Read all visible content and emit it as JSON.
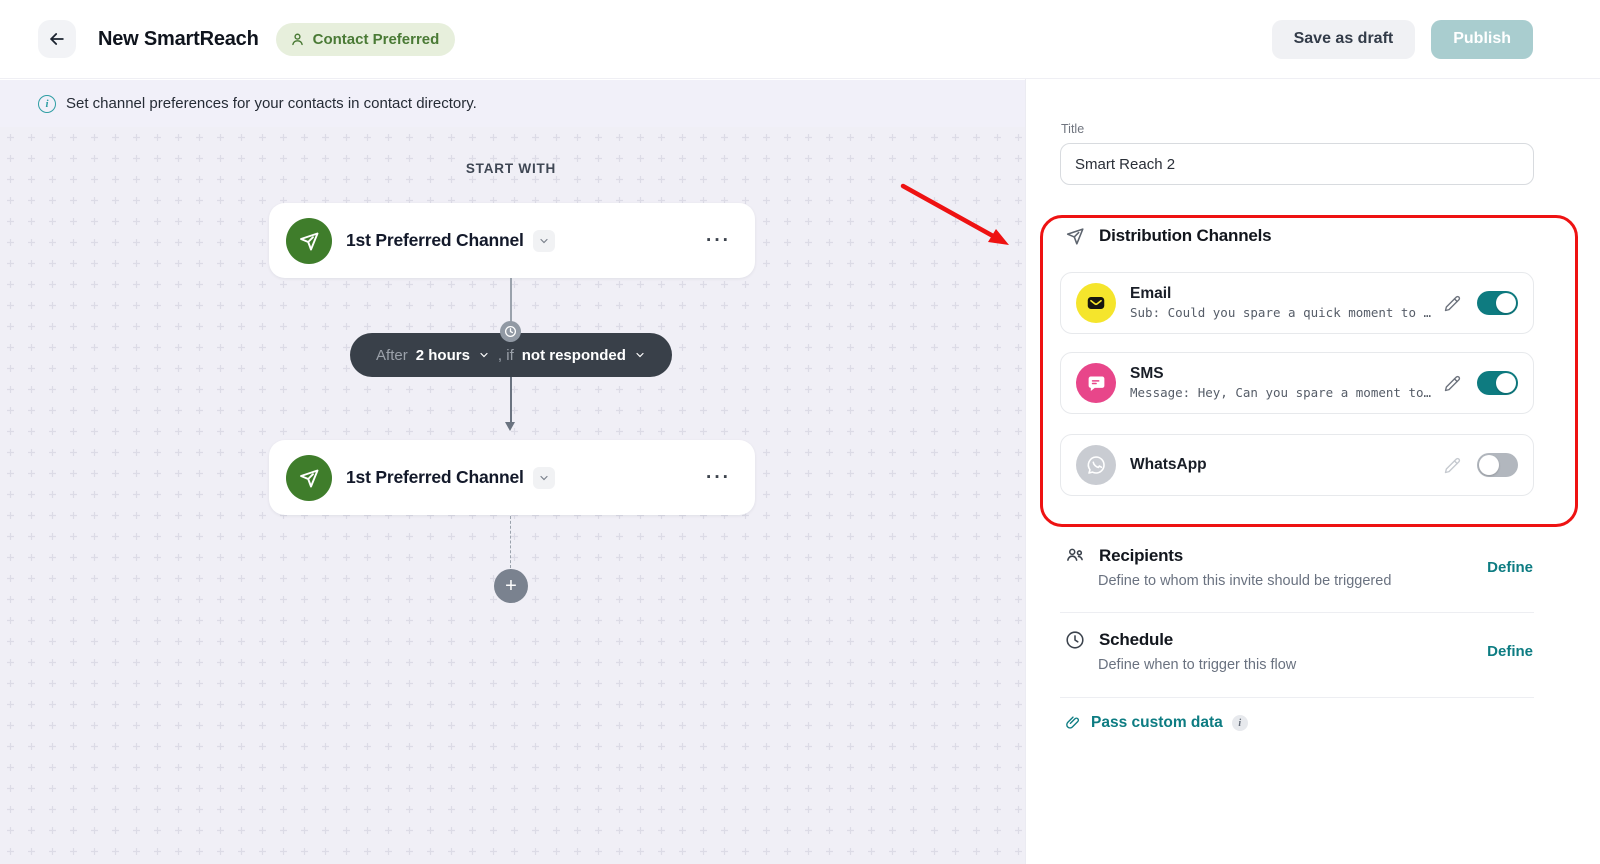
{
  "header": {
    "title": "New SmartReach",
    "badge_label": "Contact Preferred",
    "save_draft_label": "Save as draft",
    "publish_label": "Publish"
  },
  "banner": {
    "text": "Set channel preferences for your contacts in contact directory."
  },
  "canvas": {
    "start_label": "START WITH",
    "nodes": [
      {
        "label": "1st Preferred Channel"
      },
      {
        "label": "1st Preferred Channel"
      }
    ],
    "delay": {
      "prefix": "After",
      "duration": "2 hours",
      "connector": ", if",
      "condition": "not responded"
    }
  },
  "panel": {
    "title_label": "Title",
    "title_value": "Smart Reach 2",
    "distribution": {
      "heading": "Distribution Channels",
      "channels": [
        {
          "name": "Email",
          "subtitle": "Sub: Could you spare a quick moment to …",
          "enabled": true
        },
        {
          "name": "SMS",
          "subtitle": "Message: Hey, Can you spare a moment to…",
          "enabled": true
        },
        {
          "name": "WhatsApp",
          "subtitle": "",
          "enabled": false
        }
      ]
    },
    "sections": [
      {
        "title": "Recipients",
        "subtitle": "Define to whom this invite should be triggered",
        "action": "Define"
      },
      {
        "title": "Schedule",
        "subtitle": "Define when to trigger this flow",
        "action": "Define"
      }
    ],
    "custom_data_label": "Pass custom data"
  },
  "colors": {
    "accent_teal": "#0e7b80",
    "annotation_red": "#ee1212",
    "node_green": "#3f7d2b",
    "email_yellow": "#f5e52c",
    "sms_pink": "#e8468a",
    "badge_green_bg": "#e7efdc",
    "badge_green_text": "#4a7a35",
    "pill_dark": "#394049"
  }
}
